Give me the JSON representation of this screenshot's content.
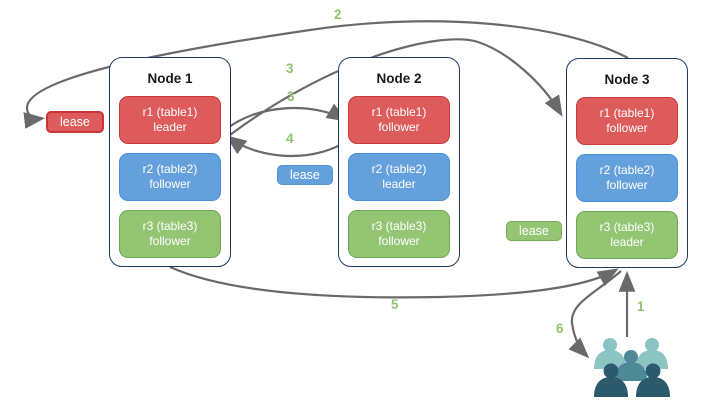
{
  "nodes": [
    {
      "title": "Node 1",
      "replicas": [
        {
          "label": "r1 (table1)",
          "role": "leader"
        },
        {
          "label": "r2 (table2)",
          "role": "follower"
        },
        {
          "label": "r3 (table3)",
          "role": "follower"
        }
      ]
    },
    {
      "title": "Node 2",
      "replicas": [
        {
          "label": "r1 (table1)",
          "role": "follower"
        },
        {
          "label": "r2 (table2)",
          "role": "leader"
        },
        {
          "label": "r3 (table3)",
          "role": "follower"
        }
      ]
    },
    {
      "title": "Node 3",
      "replicas": [
        {
          "label": "r1 (table1)",
          "role": "follower"
        },
        {
          "label": "r2 (table2)",
          "role": "follower"
        },
        {
          "label": "r3 (table3)",
          "role": "leader"
        }
      ]
    }
  ],
  "leases": {
    "table1": "lease",
    "table2": "lease",
    "table3": "lease"
  },
  "steps": {
    "step1": "1",
    "step2": "2",
    "step3_far": "3",
    "step3_near": "3",
    "step4": "4",
    "step5": "5",
    "step6": "6"
  },
  "colors": {
    "red": "#dd5b5b",
    "red-border": "#cc3b3b",
    "blue": "#64a1dc",
    "blue-border": "#4a90d9",
    "green": "#93c573",
    "green-border": "#6fa854",
    "arrow": "#6a6a6a",
    "step": "#8fc370",
    "node-border": "#1f3a60",
    "client-light": "#8cc3c3",
    "client-medium": "#4e8a96",
    "client-dark": "#2c5a6d"
  }
}
